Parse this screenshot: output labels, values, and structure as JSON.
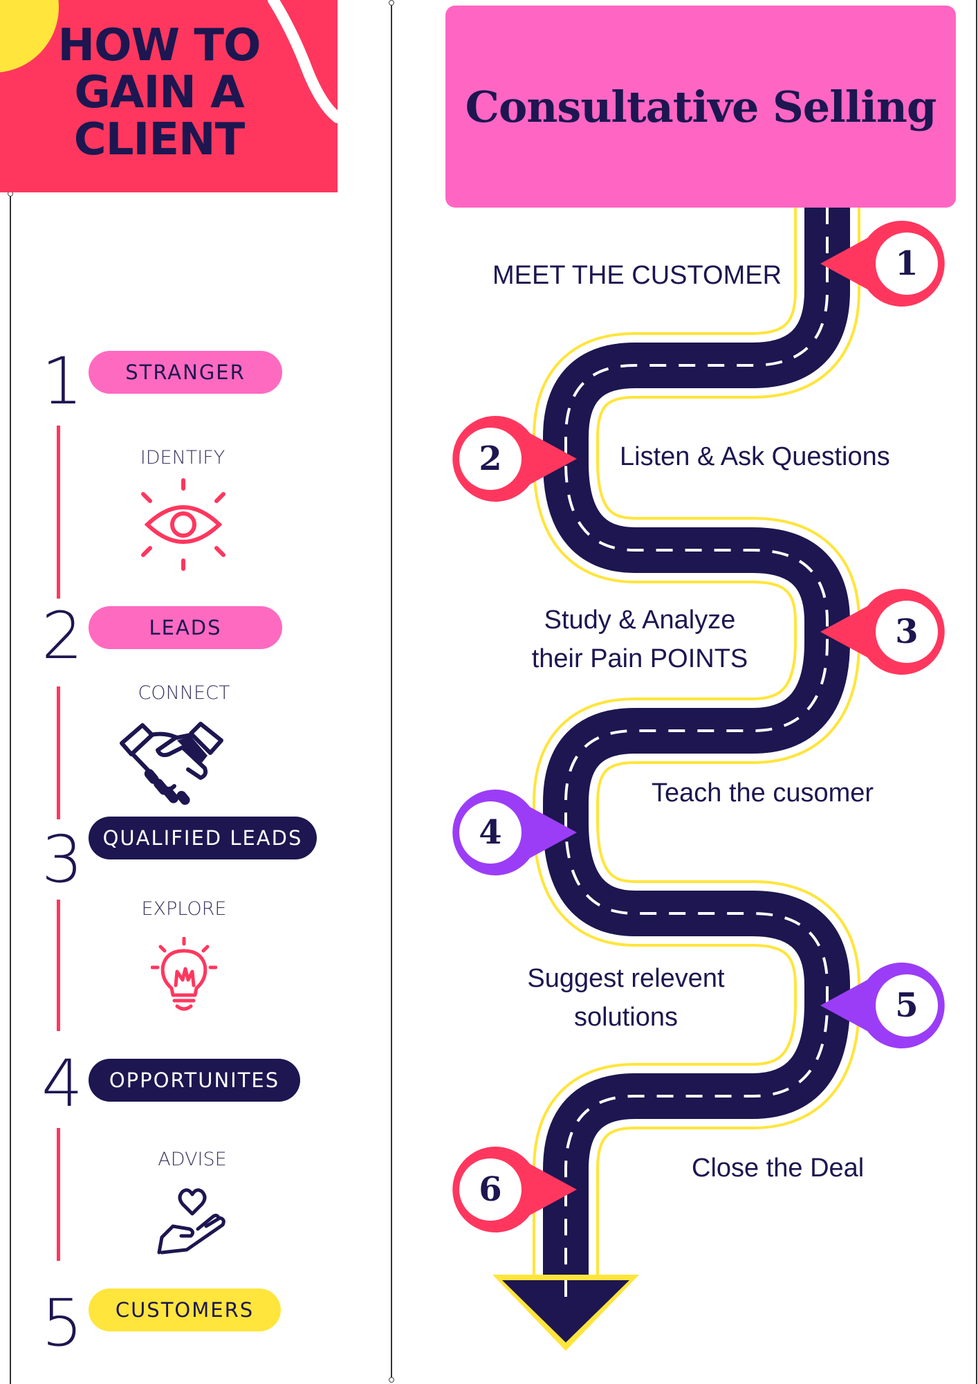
{
  "left_panel": {
    "title_lines": [
      "HOW TO",
      "GAIN A",
      "CLIENT"
    ],
    "stages": [
      {
        "number": "1",
        "label": "STRANGER",
        "style": "pink"
      },
      {
        "number": "2",
        "label": "LEADS",
        "style": "pink"
      },
      {
        "number": "3",
        "label": "QUALIFIED LEADS",
        "style": "navy"
      },
      {
        "number": "4",
        "label": "OPPORTUNITES",
        "style": "navy"
      },
      {
        "number": "5",
        "label": "CUSTOMERS",
        "style": "yellow"
      }
    ],
    "actions": [
      {
        "label": "IDENTIFY",
        "icon": "eye-icon"
      },
      {
        "label": "CONNECT",
        "icon": "handshake-icon"
      },
      {
        "label": "EXPLORE",
        "icon": "lightbulb-icon"
      },
      {
        "label": "ADVISE",
        "icon": "heart-hand-icon"
      }
    ]
  },
  "right_panel": {
    "title": "Consultative Selling",
    "steps": [
      {
        "number": "1",
        "label": "MEET THE CUSTOMER",
        "pin_color": "#ff375e"
      },
      {
        "number": "2",
        "label": "Listen & Ask Questions",
        "pin_color": "#ff375e"
      },
      {
        "number": "3",
        "label_lines": [
          "Study & Analyze",
          "their Pain POINTS"
        ],
        "pin_color": "#ff375e"
      },
      {
        "number": "4",
        "label": "Teach the cusomer",
        "pin_color": "#9b3df7"
      },
      {
        "number": "5",
        "label_lines": [
          "Suggest relevent",
          "solutions"
        ],
        "pin_color": "#9b3df7"
      },
      {
        "number": "6",
        "label": "Close the Deal",
        "pin_color": "#ff375e"
      }
    ]
  },
  "colors": {
    "navy": "#1d1650",
    "hot_pink": "#ff375e",
    "light_pink": "#ff66c4",
    "purple": "#9b3df7",
    "yellow": "#ffe53c"
  }
}
